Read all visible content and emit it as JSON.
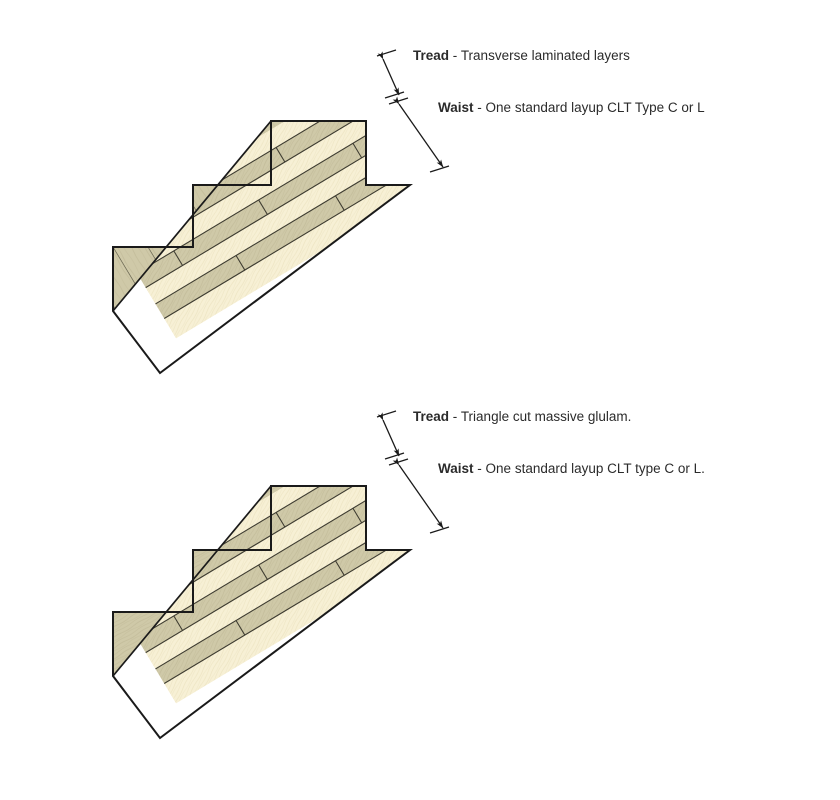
{
  "figure": {
    "title_present": false,
    "background_color": "#ffffff",
    "line_color": "#1a1a1a",
    "text_color": "#2b2b2b",
    "tread_fill_laminated": "#cfc9a8",
    "tread_fill_glulam": "#cfc9a8",
    "waist_fill_light": "#f7f0d5",
    "waist_fill_dark": "#cfc9a8",
    "lamination_line_color": "#5c5a4a"
  },
  "diagrams": [
    {
      "id": "upper-stair",
      "tread": {
        "term": "Tread",
        "separator": "-",
        "description": "Transverse laminated layers",
        "full": "Tread - Transverse laminated layers",
        "construction": "transverse-laminated"
      },
      "waist": {
        "term": "Waist",
        "separator": "-",
        "description": "One standard layup CLT Type C or L",
        "full": "Waist - One standard layup CLT Type C or L",
        "construction": "clt-layup"
      },
      "steps": 3,
      "dimension_arrows": [
        {
          "name": "tread-thickness-arrow",
          "style": "double-headed"
        },
        {
          "name": "waist-thickness-arrow",
          "style": "double-headed"
        }
      ]
    },
    {
      "id": "lower-stair",
      "tread": {
        "term": "Tread",
        "separator": "-",
        "description": "Triangle cut massive glulam.",
        "full": "Tread - Triangle cut massive glulam.",
        "construction": "massive-glulam"
      },
      "waist": {
        "term": "Waist",
        "separator": "-",
        "description": "One standard layup CLT type C or L.",
        "full": "Waist - One standard layup CLT type C or L.",
        "construction": "clt-layup"
      },
      "steps": 3,
      "dimension_arrows": [
        {
          "name": "tread-thickness-arrow",
          "style": "double-headed"
        },
        {
          "name": "waist-thickness-arrow",
          "style": "double-headed"
        }
      ]
    }
  ]
}
